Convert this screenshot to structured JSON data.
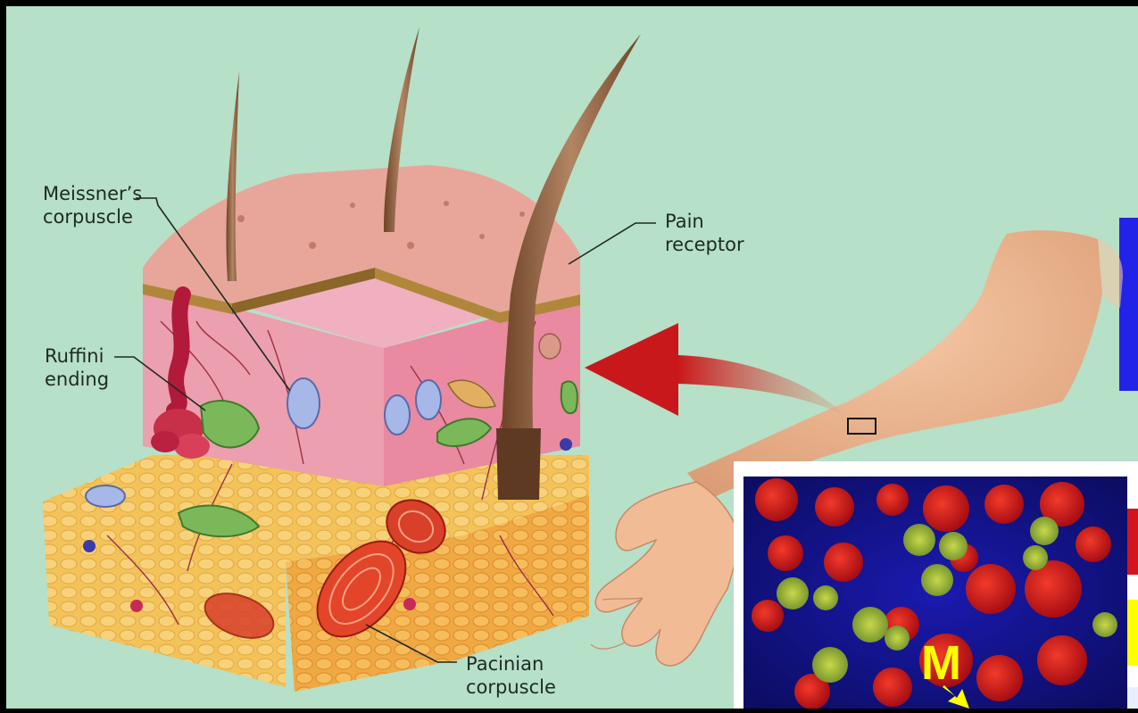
{
  "labels": {
    "meissner": [
      "Meissner’s",
      "corpuscle"
    ],
    "pain": [
      "Pain",
      "receptor"
    ],
    "ruffini": [
      "Ruffini",
      "ending"
    ],
    "pacinian": [
      "Pacinian",
      "corpuscle"
    ]
  },
  "micrograph": {
    "marker": "M"
  },
  "colors": {
    "background": "#b6e0c7",
    "slide_frame": "#000000",
    "epidermis": "#e8a69a",
    "dermis": "#ec9fae",
    "fat": "#f3c35a",
    "hair": "#8a5a36",
    "arrow": "#c9181b",
    "micro_red": "#d4141c",
    "micro_blue": "#1a1ad0",
    "micro_yellow": "#ffff00",
    "edge_blue": "#2323e8"
  },
  "icons": {
    "arrow": "red-curved-arrow-icon",
    "indicator": "yellow-arrow-icon"
  }
}
